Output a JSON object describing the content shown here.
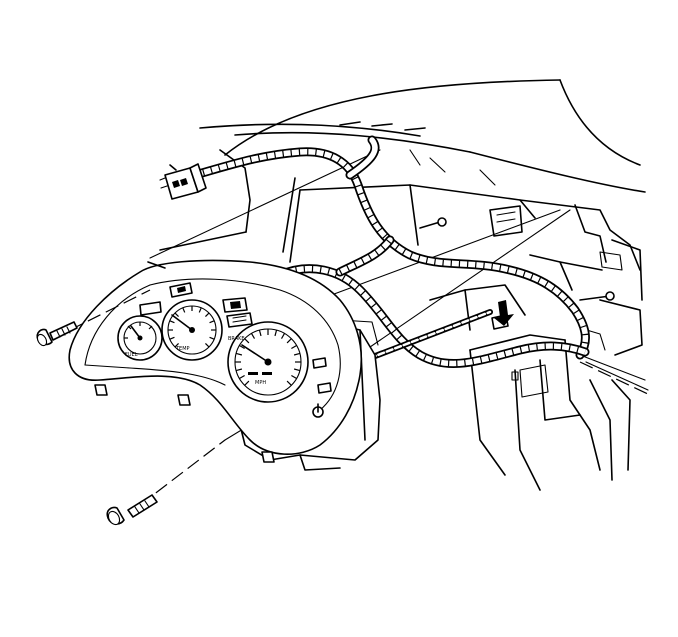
{
  "figure": {
    "colors": {
      "ink": "#000000",
      "paper": "#ffffff"
    },
    "cluster": {
      "gauge_marks": [
        "MPH",
        "FUEL",
        "TEMP",
        "BRAKE"
      ]
    }
  }
}
